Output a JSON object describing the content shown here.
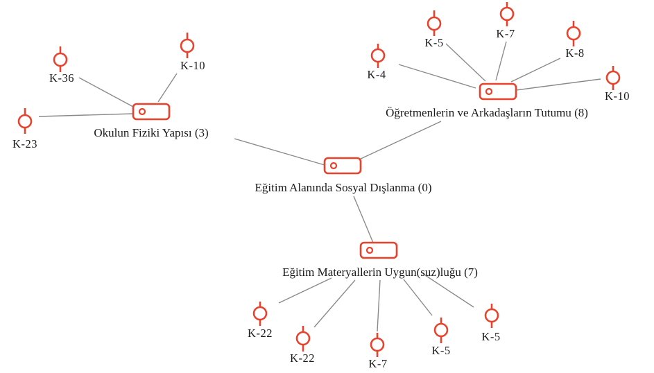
{
  "accent_color": "#e8412c",
  "edge_color": "#8a8a8a",
  "nodes": {
    "root": "Eğitim Alanında Sosyal Dışlanma (0)",
    "okulun": "Okulun Fiziki Yapısı (3)",
    "ogretmen": "Öğretmenlerin ve Arkadaşların Tutumu (8)",
    "materyal": "Eğitim Materyallerin Uygun(suz)luğu (7)"
  },
  "leaves": {
    "okulun": [
      "K-36",
      "K-10",
      "K-23"
    ],
    "ogretmen": [
      "K-4",
      "K-5",
      "K-7",
      "K-8",
      "K-10"
    ],
    "materyal": [
      "K-22",
      "K-22",
      "K-7",
      "K-5",
      "K-5"
    ]
  },
  "icons": {
    "code": "code-icon",
    "quote": "quote-pin-icon"
  }
}
